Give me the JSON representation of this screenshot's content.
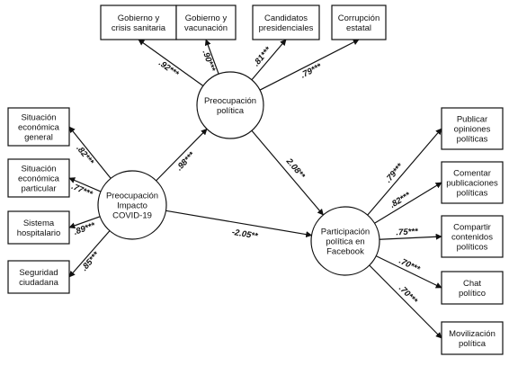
{
  "latent": {
    "preocupacion_politica": [
      "Preocupación",
      "política"
    ],
    "impacto_covid": [
      "Preocupación",
      "Impacto",
      "COVID-19"
    ],
    "participacion_facebook": [
      "Participación",
      "política en",
      "Facebook"
    ]
  },
  "top_indicators": [
    {
      "lines": [
        "Gobierno y",
        "crisis sanitaria"
      ],
      "coef": ".92***"
    },
    {
      "lines": [
        "Gobierno y",
        "vacunación"
      ],
      "coef": ".90***"
    },
    {
      "lines": [
        "Candidatos",
        "presidenciales"
      ],
      "coef": ".81***"
    },
    {
      "lines": [
        "Corrupción",
        "estatal"
      ],
      "coef": ".79***"
    }
  ],
  "left_indicators": [
    {
      "lines": [
        "Situación",
        "económica",
        "general"
      ],
      "coef": ".82***"
    },
    {
      "lines": [
        "Situación",
        "económica",
        "particular"
      ],
      "coef": ".77***"
    },
    {
      "lines": [
        "Sistema",
        "hospitalario"
      ],
      "coef": ".89***"
    },
    {
      "lines": [
        "Seguridad",
        "ciudadana"
      ],
      "coef": ".85***"
    }
  ],
  "right_indicators": [
    {
      "lines": [
        "Publicar",
        "opiniones",
        "políticas"
      ],
      "coef": ".79***"
    },
    {
      "lines": [
        "Comentar",
        "publicaciones",
        "políticas"
      ],
      "coef": ".82***"
    },
    {
      "lines": [
        "Compartir",
        "contenidos",
        "políticos"
      ],
      "coef": ".75***"
    },
    {
      "lines": [
        "Chat",
        "político"
      ],
      "coef": ".70***"
    },
    {
      "lines": [
        "Movilización",
        "política"
      ],
      "coef": ".70***"
    }
  ],
  "paths": {
    "covid_to_politica": ".98***",
    "politica_to_facebook": "2.08**",
    "covid_to_facebook": "-2.05**"
  }
}
